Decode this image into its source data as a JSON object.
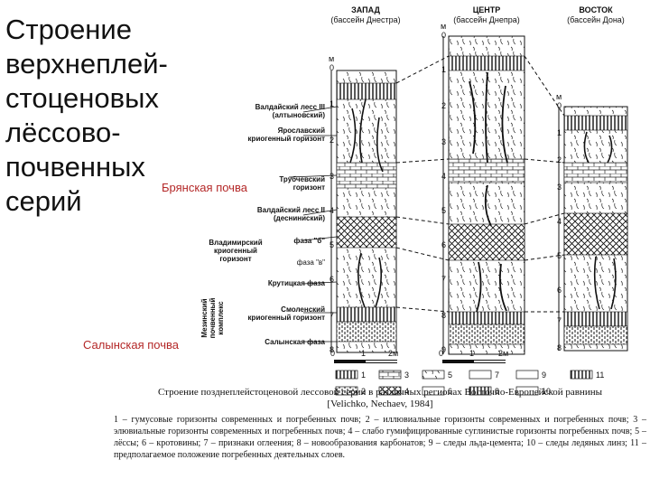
{
  "slide": {
    "title": "Строение верхнеплей-стоценовых лёссово-почвенных серий",
    "overlay_labels": {
      "bryansk": "Брянская почва",
      "salyn": "Салынская почва"
    }
  },
  "columns": {
    "west": {
      "name": "ЗАПАД",
      "basin": "(бассейн Днестра)"
    },
    "center": {
      "name": "ЦЕНТР",
      "basin": "(бассейн Днепра)"
    },
    "east": {
      "name": "ВОСТОК",
      "basin": "(бассейн Дона)"
    }
  },
  "depth_unit": "м",
  "depth_ticks": {
    "west": [
      "0",
      "1",
      "2",
      "3",
      "4",
      "5",
      "6",
      "7",
      "8"
    ],
    "center": [
      "0",
      "1",
      "2",
      "3",
      "4",
      "5",
      "6",
      "7",
      "8",
      "9"
    ],
    "east": [
      "0",
      "1",
      "2",
      "3",
      "4",
      "5",
      "6",
      "7",
      "8"
    ]
  },
  "horizons": {
    "valdai_iii": {
      "line1": "Валдайский лесс III",
      "line2": "(алтыновский)"
    },
    "yaroslavsky": {
      "line1": "Ярославский",
      "line2": "криогенный горизонт"
    },
    "trubchevsky": {
      "line1": "Трубчевский",
      "line2": "горизонт"
    },
    "valdai_ii": {
      "line1": "Валдайский лесс II",
      "line2": "(десниниский)"
    },
    "vladimir": {
      "line1": "Владимирский",
      "line2": "криогенный",
      "line3": "горизонт",
      "phase_b": "фаза \"б\"",
      "phase_v": "фаза \"в\""
    },
    "krutitsa": "Крутицкая фаза",
    "smolensk": {
      "line1": "Смоленский",
      "line2": "криогенный горизонт"
    },
    "salyn_phase": "Салынская фаза",
    "mezin": "Мезинский почвенный комплекс"
  },
  "scale": {
    "zero": "0",
    "one": "1",
    "two": "2м"
  },
  "legend": [
    "1",
    "2",
    "3",
    "4",
    "5",
    "6",
    "7",
    "8",
    "9",
    "10",
    "11"
  ],
  "caption": {
    "title": "Строение позднеплейстоценовой лессовой серии в различных регионах Восточно-Европейской равнины",
    "source": "[Velichko, Nechaev, 1984]",
    "body": "1 – гумусовые горизонты современных и погребенных почв; 2 – иллювиальные горизонты современных и погребенных почв; 3 – элювиальные горизонты современных и погребенных почв; 4 – слабо гумифицированные суглинистые горизонты погребенных почв; 5 – лёссы; 6 – кротовины; 7 – признаки оглеения; 8 – новообразования карбонатов; 9 – следы льда-цемента; 10 – следы ледяных линз; 11 – предполагаемое положение погребенных деятельных слоев."
  }
}
